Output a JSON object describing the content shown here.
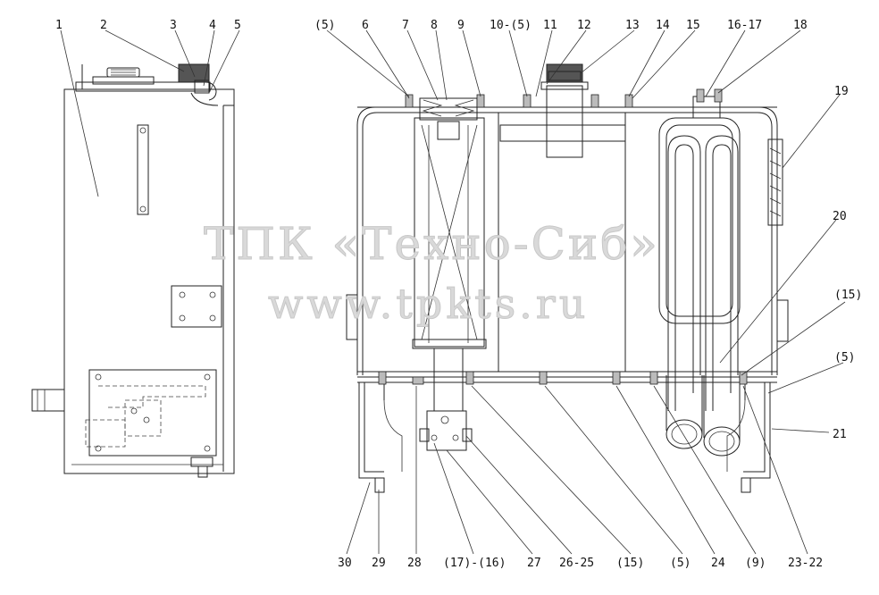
{
  "watermark": {
    "line1": "ТПК «Техно-Сиб»",
    "line2": "www.tpkts.ru"
  },
  "callouts_top": [
    "1",
    "2",
    "3",
    "4",
    "5",
    "(5)",
    "6",
    "7",
    "8",
    "9",
    "10-(5)",
    "11",
    "12",
    "13",
    "14",
    "15",
    "16-17",
    "18"
  ],
  "callouts_right": [
    "19",
    "20",
    "(15)",
    "(5)",
    "21"
  ],
  "callouts_bottom": [
    "30",
    "29",
    "28",
    "(17)-(16)",
    "27",
    "26-25",
    "(15)",
    "(5)",
    "24",
    "(9)",
    "23-22"
  ]
}
